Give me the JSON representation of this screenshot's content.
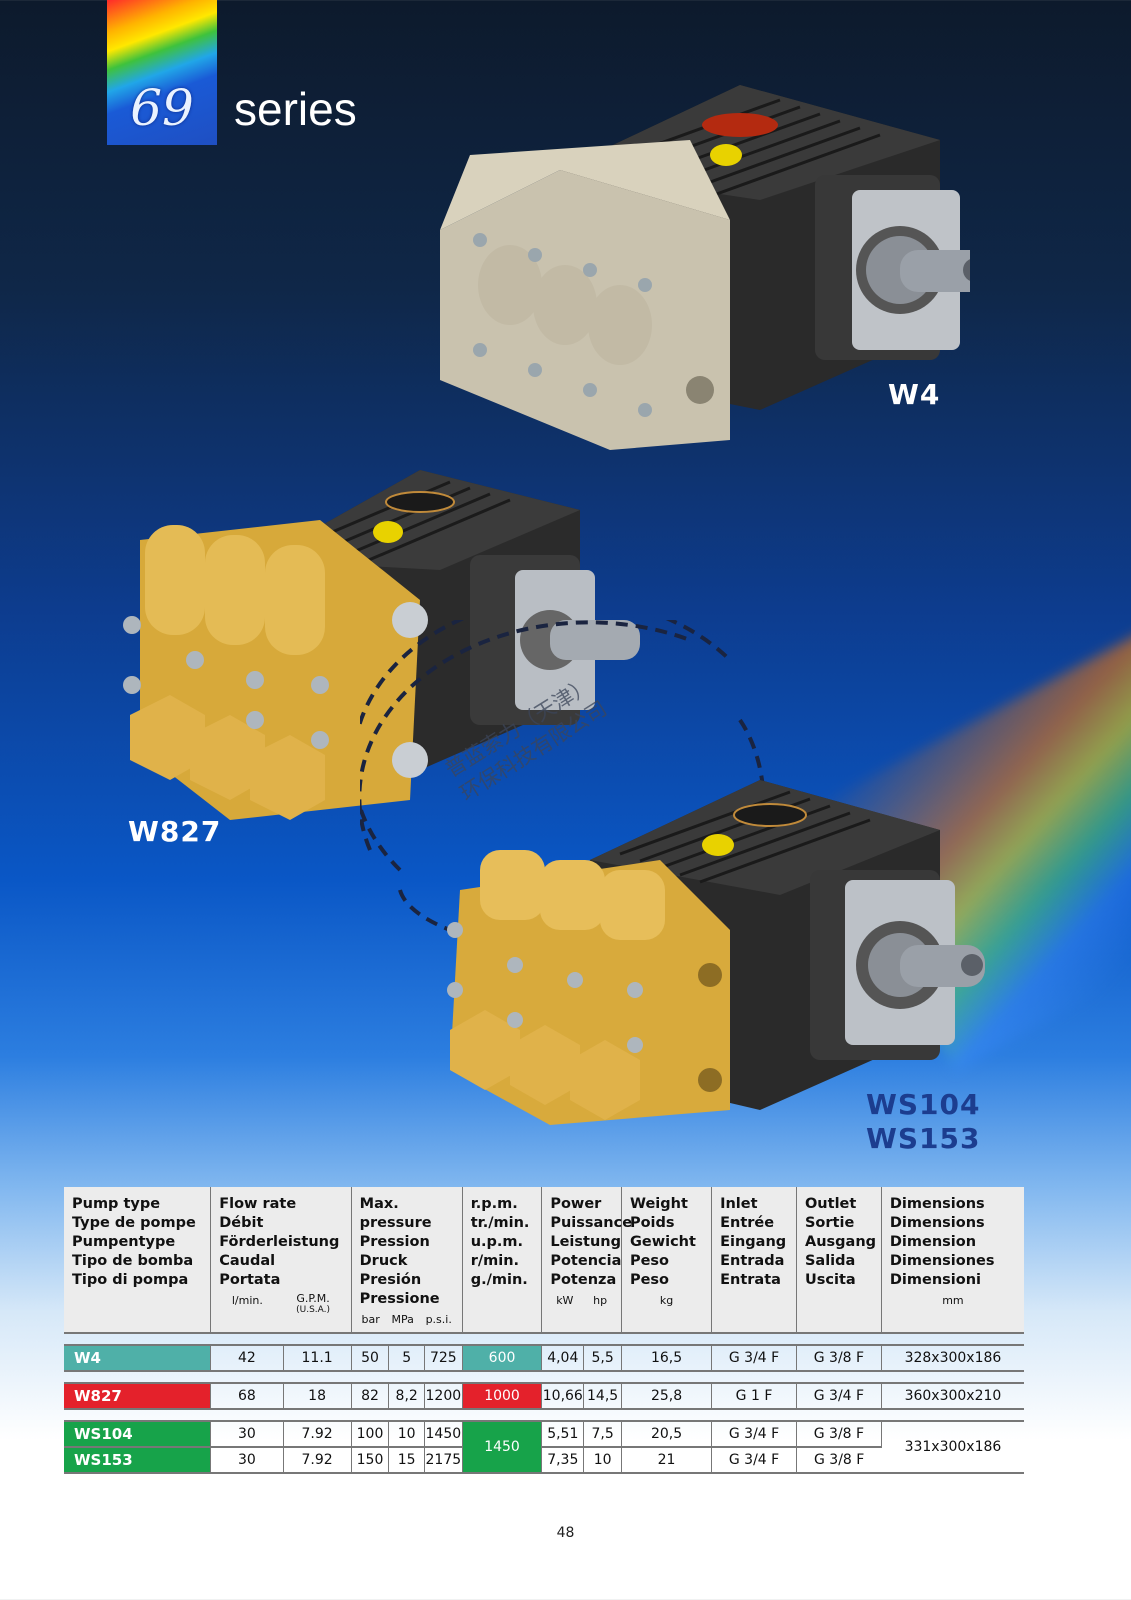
{
  "header": {
    "series_number": "69",
    "series_word": "series"
  },
  "models": {
    "w4": "W4",
    "w827": "W827",
    "ws104": "WS104",
    "ws153": "WS153"
  },
  "watermark": {
    "line1": "普蓝索力（天津）",
    "line2": "环保科技有限公司"
  },
  "colors": {
    "w4": "#4fb0a8",
    "w827": "#e4212b",
    "ws": "#17a34a",
    "label_dark": "#ffffff",
    "label_blue": "#1c3d8f"
  },
  "table": {
    "headers": {
      "pump_type": [
        "Pump type",
        "Type de pompe",
        "Pumpentype",
        "Tipo de bomba",
        "Tipo di pompa"
      ],
      "flow": [
        "Flow rate",
        "Débit",
        "Förderleistung",
        "Caudal",
        "Portata"
      ],
      "pressure": [
        "Max. pressure",
        "Pression",
        "Druck",
        "Presión",
        "Pressione"
      ],
      "rpm": [
        "r.p.m.",
        "tr./min.",
        "u.p.m.",
        "r/min.",
        "g./min."
      ],
      "power": [
        "Power",
        "Puissance",
        "Leistung",
        "Potencia",
        "Potenza"
      ],
      "weight": [
        "Weight",
        "Poids",
        "Gewicht",
        "Peso",
        "Peso"
      ],
      "inlet": [
        "Inlet",
        "Entrée",
        "Eingang",
        "Entrada",
        "Entrata"
      ],
      "outlet": [
        "Outlet",
        "Sortie",
        "Ausgang",
        "Salida",
        "Uscita"
      ],
      "dimensions": [
        "Dimensions",
        "Dimensions",
        "Dimension",
        "Dimensiones",
        "Dimensioni"
      ]
    },
    "units": {
      "lmin": "l/min.",
      "gpm": "G.P.M.",
      "usa": "(U.S.A.)",
      "bar": "bar",
      "mpa": "MPa",
      "psi": "p.s.i.",
      "kw": "kW",
      "hp": "hp",
      "kg": "kg",
      "mm": "mm"
    },
    "rows": [
      {
        "model": "W4",
        "lmin": "42",
        "gpm": "11.1",
        "bar": "50",
        "mpa": "5",
        "psi": "725",
        "rpm": "600",
        "kw": "4,04",
        "hp": "5,5",
        "kg": "16,5",
        "inlet": "G 3/4 F",
        "outlet": "G 3/8 F",
        "dim": "328x300x186"
      },
      {
        "model": "W827",
        "lmin": "68",
        "gpm": "18",
        "bar": "82",
        "mpa": "8,2",
        "psi": "1200",
        "rpm": "1000",
        "kw": "10,66",
        "hp": "14,5",
        "kg": "25,8",
        "inlet": "G 1 F",
        "outlet": "G 3/4 F",
        "dim": "360x300x210"
      },
      {
        "model": "WS104",
        "lmin": "30",
        "gpm": "7.92",
        "bar": "100",
        "mpa": "10",
        "psi": "1450",
        "rpm": "1450",
        "kw": "5,51",
        "hp": "7,5",
        "kg": "20,5",
        "inlet": "G 3/4 F",
        "outlet": "G 3/8 F",
        "dim": "331x300x186"
      },
      {
        "model": "WS153",
        "lmin": "30",
        "gpm": "7.92",
        "bar": "150",
        "mpa": "15",
        "psi": "2175",
        "kw": "7,35",
        "hp": "10",
        "kg": "21",
        "inlet": "G 3/4 F",
        "outlet": "G 3/8 F"
      }
    ]
  },
  "page_number": "48"
}
